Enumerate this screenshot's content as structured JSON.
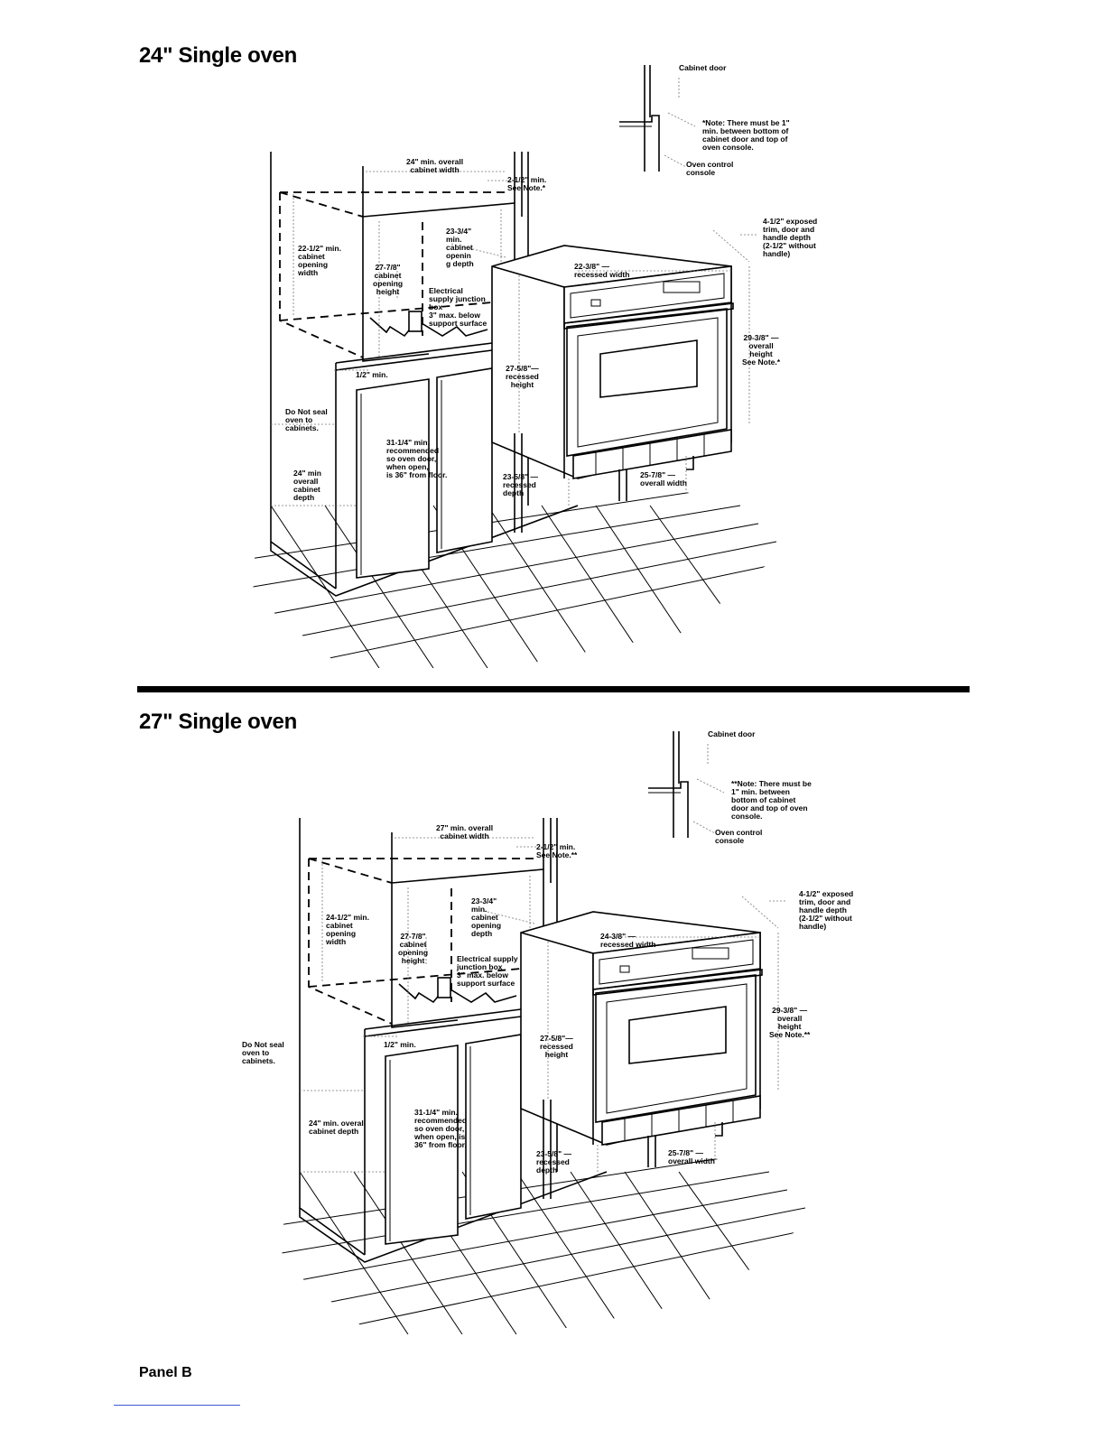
{
  "titles": {
    "top": "24\" Single oven",
    "bottom": "27\" Single oven"
  },
  "footer": "Panel B",
  "diagram24": {
    "cabinet_door": "Cabinet door",
    "note": [
      "*Note: There must be 1\"",
      "min. between bottom of",
      "cabinet door and top of",
      "oven console."
    ],
    "oven_control": [
      "Oven control",
      "console"
    ],
    "overall_cabinet_width": [
      "24\" min. overall",
      "cabinet width"
    ],
    "clearance": [
      "2-1/2\" min.",
      "See Note.*"
    ],
    "opening_width": [
      "22-1/2\" min.",
      "cabinet",
      "opening",
      "width"
    ],
    "opening_depth": [
      "23-3/4\"",
      "min.",
      "cabinet",
      "openin",
      "g depth"
    ],
    "opening_height": [
      "27-7/8\"",
      "cabinet",
      "opening",
      "height"
    ],
    "junction_box": [
      "Electrical",
      "supply junction",
      "box",
      "3\" max. below",
      "support surface"
    ],
    "exposed_trim": [
      "4-1/2\" exposed",
      "trim, door and",
      "handle depth",
      "(2-1/2\" without",
      "handle)"
    ],
    "recessed_width": [
      "22-3/8\" —",
      "recessed width"
    ],
    "overall_height": [
      "29-3/8\" —",
      "overall",
      "height",
      "See Note.*"
    ],
    "half_min": "1/2\" min.",
    "recessed_height": [
      "27-5/8\"—",
      "recessed",
      "height"
    ],
    "do_not_seal": [
      "Do Not seal",
      "oven to",
      "cabinets."
    ],
    "recommended": [
      "31-1/4\" min.",
      "recommended",
      "so oven door,",
      "when open,",
      "is 36\" from floor."
    ],
    "cabinet_depth": [
      "24\" min",
      "overall",
      "cabinet",
      "depth"
    ],
    "recessed_depth": [
      "23-5/8\" —",
      "recessed",
      "depth"
    ],
    "overall_width": [
      "25-7/8\" —",
      "overall width"
    ]
  },
  "diagram27": {
    "cabinet_door": "Cabinet door",
    "note": [
      "**Note: There must be",
      "1\" min. between",
      "bottom of cabinet",
      "door and top of oven",
      "console."
    ],
    "oven_control": [
      "Oven control",
      "console"
    ],
    "overall_cabinet_width": [
      "27\" min. overall",
      "cabinet width"
    ],
    "clearance": [
      "2-1/2\" min.",
      "See Note.**"
    ],
    "opening_width": [
      "24-1/2\" min.",
      "cabinet",
      "opening",
      "width"
    ],
    "opening_depth": [
      "23-3/4\"",
      "min.",
      "cabinet",
      "opening",
      "depth"
    ],
    "opening_height": [
      "27-7/8\"",
      "cabinet",
      "opening",
      "height"
    ],
    "junction_box": [
      "Electrical supply",
      "junction box",
      "3\" max. below",
      "support surface"
    ],
    "exposed_trim": [
      "4-1/2\" exposed",
      "trim, door and",
      "handle depth",
      "(2-1/2\" without",
      "handle)"
    ],
    "recessed_width": [
      "24-3/8\" —",
      "recessed width"
    ],
    "overall_height": [
      "29-3/8\" —",
      "overall",
      "height",
      "See Note.**"
    ],
    "half_min": "1/2\" min.",
    "recessed_height": [
      "27-5/8\"—",
      "recessed",
      "height"
    ],
    "do_not_seal": [
      "Do Not seal",
      "oven to",
      "cabinets."
    ],
    "recommended": [
      "31-1/4\" min.",
      "recommended",
      "so oven door,",
      "when open, is",
      "36\" from floor."
    ],
    "cabinet_depth": [
      "24\" min. overall",
      "cabinet depth"
    ],
    "recessed_depth": [
      "23-5/8\" —",
      "recessed",
      "depth"
    ],
    "overall_width": [
      "25-7/8\" —",
      "overall width"
    ]
  }
}
